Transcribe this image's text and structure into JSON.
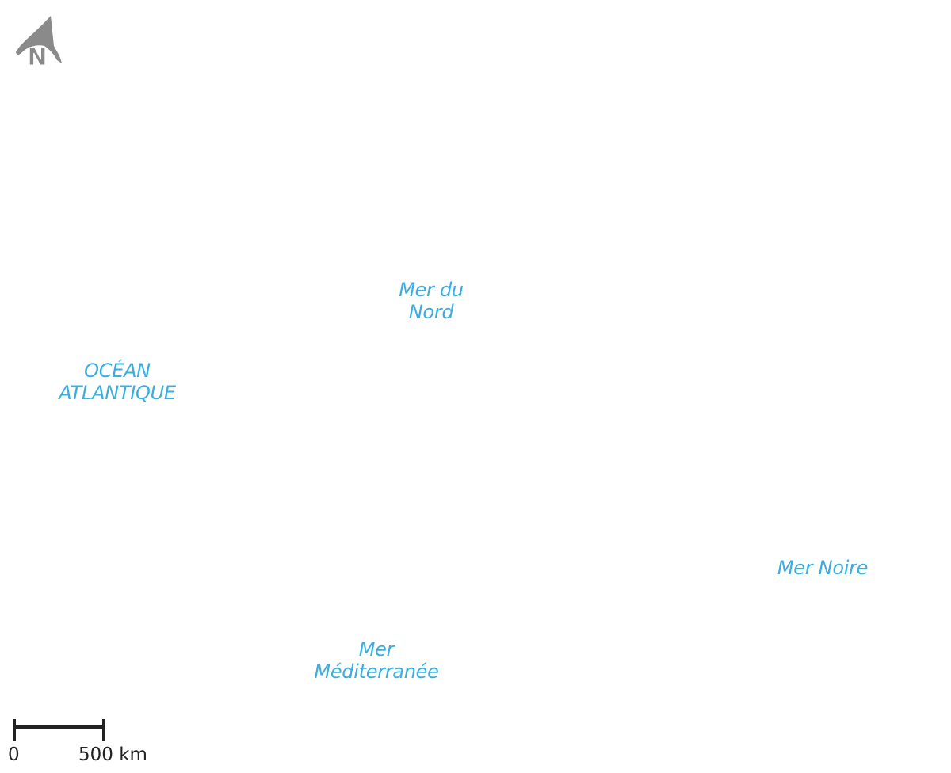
{
  "map": {
    "labels": {
      "north_sea": [
        "Mer du",
        "Nord"
      ],
      "atlantic": [
        "OCÉAN",
        "ATLANTIQUE"
      ],
      "black_sea": [
        "Mer Noire"
      ],
      "mediterranean": [
        "Mer",
        "Méditerranée"
      ]
    },
    "north_arrow": {
      "letter": "N"
    },
    "scale": {
      "start": "0",
      "end": "500 km"
    },
    "colors": {
      "water_label": "#3aaee0",
      "north_arrow": "#8a8a8a",
      "scale_bar": "#222222"
    }
  }
}
